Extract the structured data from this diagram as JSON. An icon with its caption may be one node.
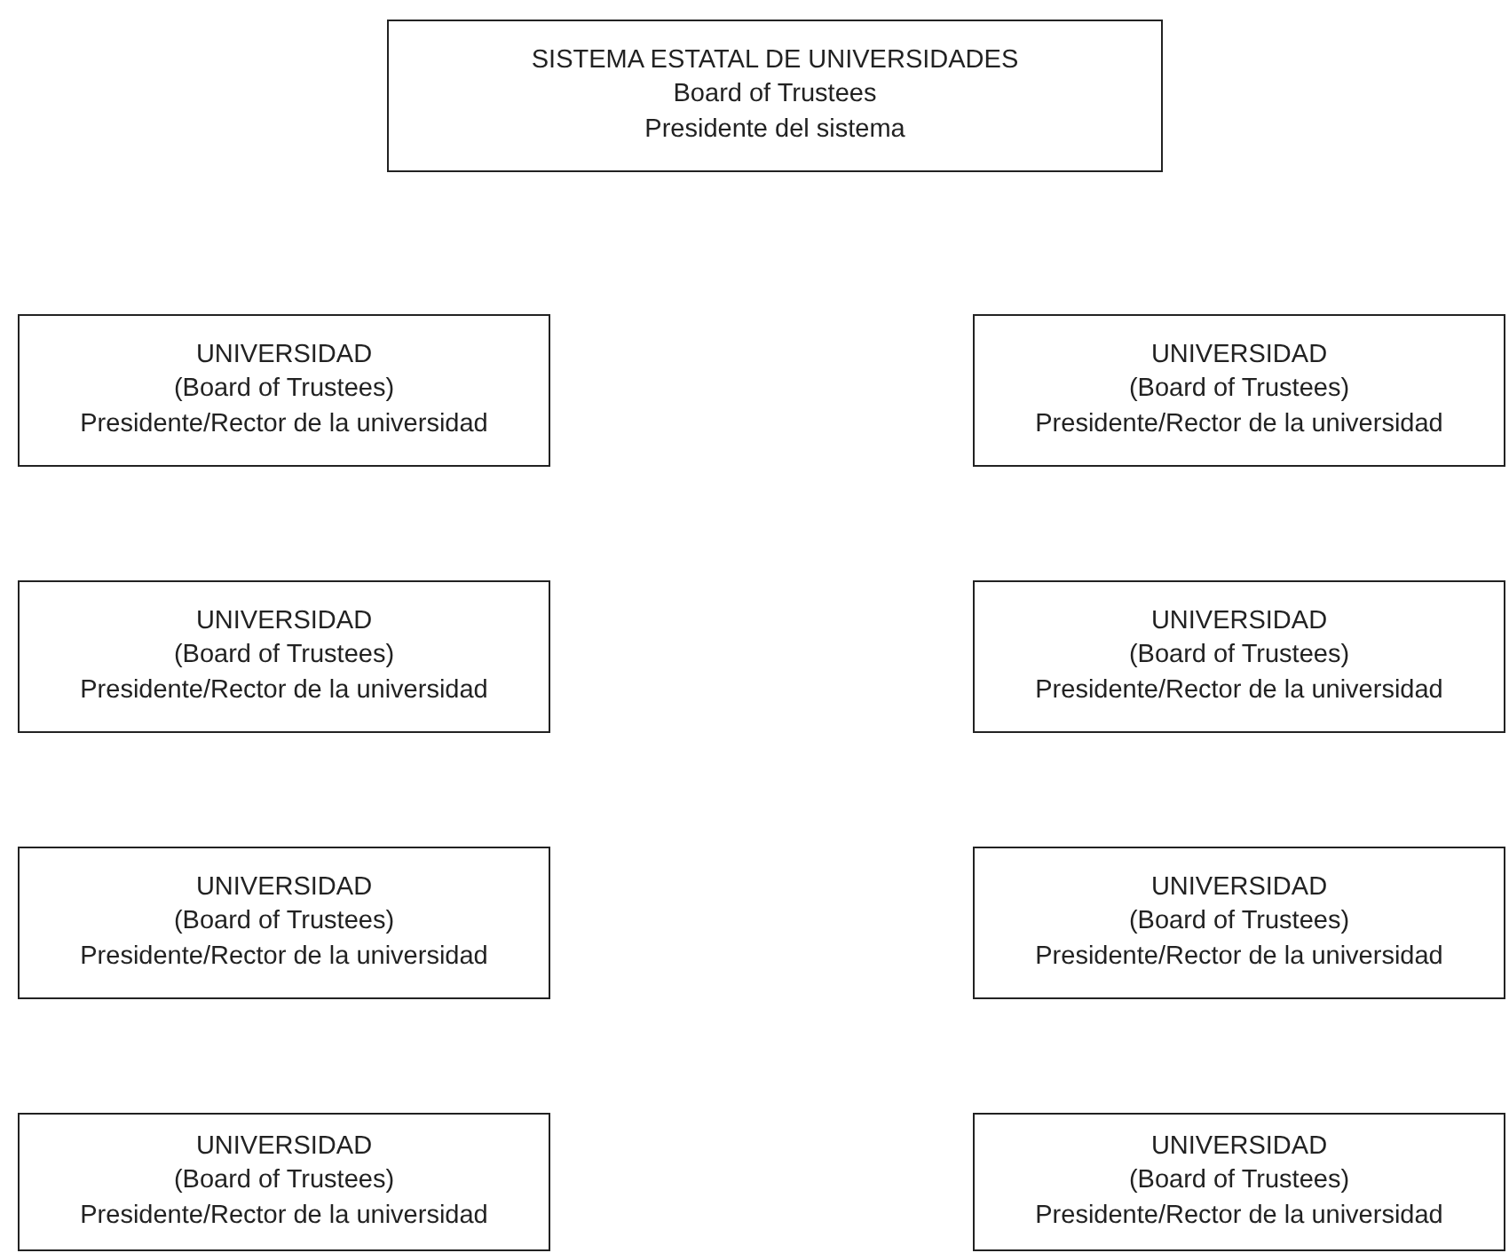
{
  "diagram": {
    "nodes": [
      {
        "text": [
          "SISTEMA ESTATAL DE UNIVERSIDADES",
          "Board of Trustees",
          "Presidente del sistema"
        ]
      },
      {
        "text": [
          "UNIVERSIDAD",
          "(Board of Trustees)",
          "Presidente/Rector de la universidad"
        ]
      },
      {
        "text": [
          "UNIVERSIDAD",
          "(Board of Trustees)",
          "Presidente/Rector de la universidad"
        ]
      },
      {
        "text": [
          "UNIVERSIDAD",
          "(Board of Trustees)",
          "Presidente/Rector de la universidad"
        ]
      },
      {
        "text": [
          "UNIVERSIDAD",
          "(Board of Trustees)",
          "Presidente/Rector de la universidad"
        ]
      },
      {
        "text": [
          "UNIVERSIDAD",
          "(Board of Trustees)",
          "Presidente/Rector de la universidad"
        ]
      },
      {
        "text": [
          "UNIVERSIDAD",
          "(Board of Trustees)",
          "Presidente/Rector de la universidad"
        ]
      },
      {
        "text": [
          "UNIVERSIDAD",
          "(Board of Trustees)",
          "Presidente/Rector de la universidad"
        ]
      },
      {
        "text": [
          "UNIVERSIDAD",
          "(Board of Trustees)",
          "Presidente/Rector de la universidad"
        ]
      }
    ]
  }
}
